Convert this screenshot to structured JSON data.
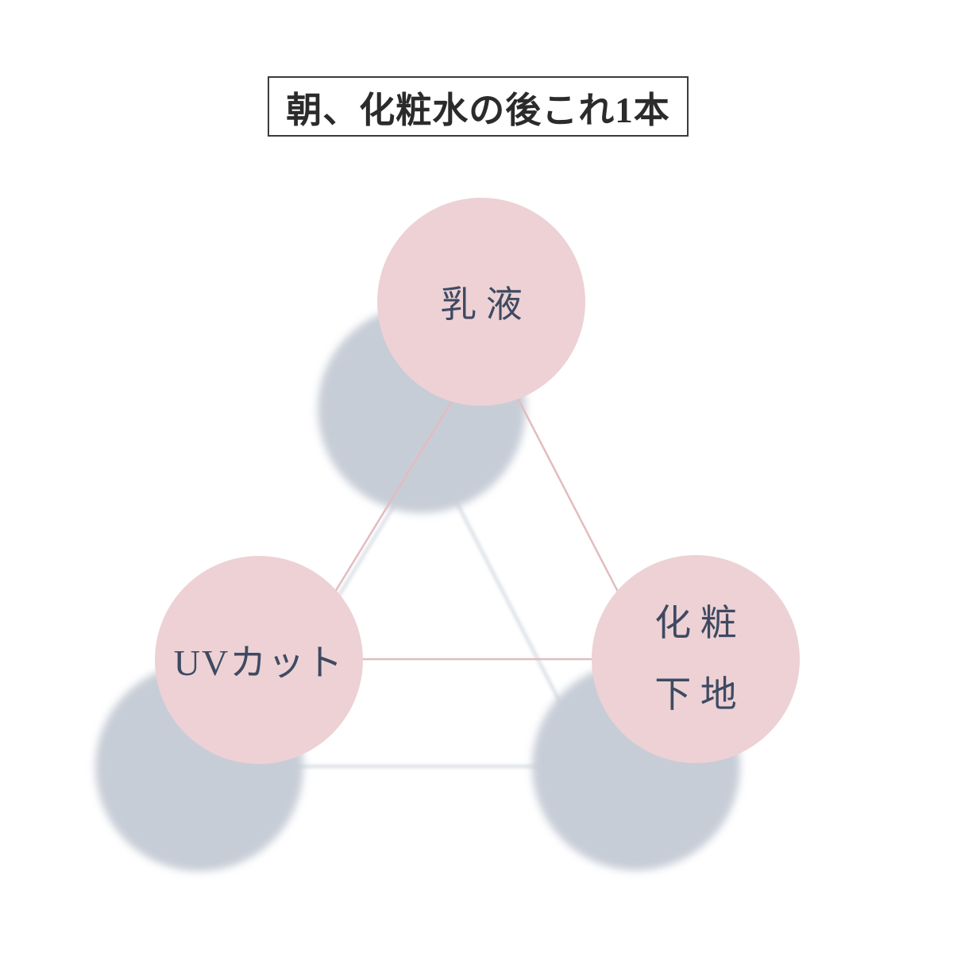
{
  "title": {
    "text": "朝、化粧水の後これ1本"
  },
  "diagram": {
    "nodes": [
      {
        "id": "emulsion",
        "label": "乳 液"
      },
      {
        "id": "uv-cut",
        "label": "UVカット"
      },
      {
        "id": "makeup-base",
        "label_line1": "化 粧",
        "label_line2": "下 地"
      }
    ],
    "colors": {
      "circle_fill": "#edd1d4",
      "connector_line": "#e2bcc0",
      "shadow": "#c7cdd7",
      "shadow_line": "#ccd2db",
      "label_text": "#3e4a62",
      "title_text": "#2b2b2b",
      "title_border": "#3b3b3b",
      "background": "#ffffff"
    }
  }
}
